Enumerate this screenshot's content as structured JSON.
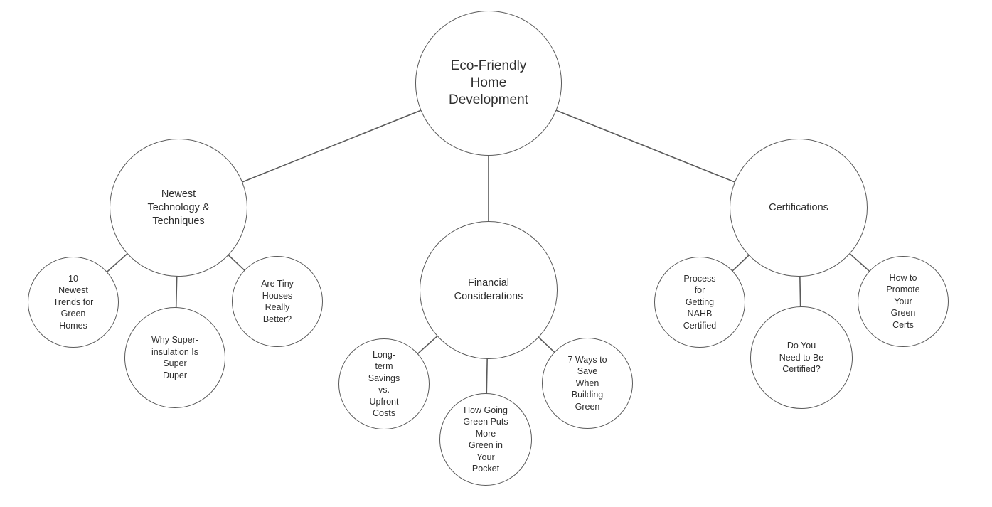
{
  "diagram": {
    "line_color": "#5a5a5a",
    "root": {
      "label": "Eco-Friendly\nHome\nDevelopment"
    },
    "branches": [
      {
        "label": "Newest\nTechnology &\nTechniques",
        "leaves": [
          "10\nNewest\nTrends for\nGreen\nHomes",
          "Why Super-\ninsulation Is\nSuper\nDuper",
          "Are Tiny\nHouses\nReally\nBetter?"
        ]
      },
      {
        "label": "Financial\nConsiderations",
        "leaves": [
          "Long-\nterm\nSavings\nvs.\nUpfront\nCosts",
          "How Going\nGreen Puts\nMore\nGreen in\nYour\nPocket",
          "7 Ways to\nSave\nWhen\nBuilding\nGreen"
        ]
      },
      {
        "label": "Certifications",
        "leaves": [
          "Process\nfor\nGetting\nNAHB\nCertified",
          "Do You\nNeed to Be\nCertified?",
          "How to\nPromote\nYour\nGreen\nCerts"
        ]
      }
    ]
  }
}
